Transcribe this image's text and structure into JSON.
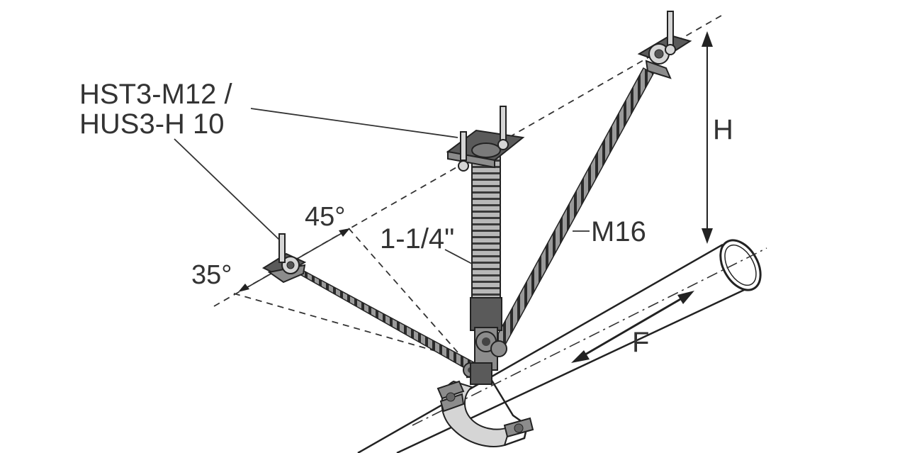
{
  "labels": {
    "anchor_line1": "HST3-M12 /",
    "anchor_line2": "HUS3-H 10",
    "angle_45": "45°",
    "angle_35": "35°",
    "pipe_size": "1-1/4\"",
    "rod_size": "M16",
    "height": "H",
    "force": "F"
  },
  "icons": {
    "anchor": "anchor-bolt-icon",
    "clamp": "pipe-clamp-icon"
  },
  "colors": {
    "ink": "#333333",
    "metal": "#8c8c8c",
    "metal_dark": "#5a5a5a"
  }
}
